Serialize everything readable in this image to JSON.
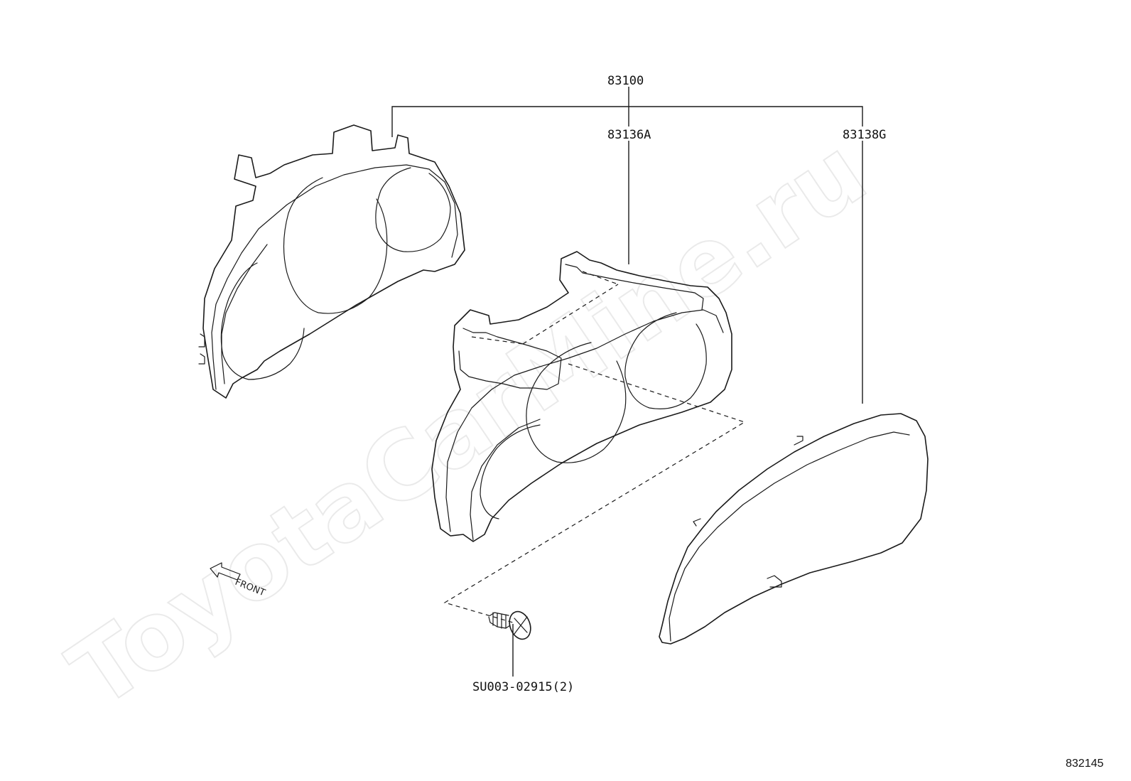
{
  "diagram": {
    "watermark": "ToyotaCarMine.ru",
    "figure_number": "832145",
    "front_label": "FRONT",
    "parts": {
      "assembly": "83100",
      "glass_frame": "83136A",
      "cover_glass": "83138G",
      "screw": "SU003-02915(2)"
    }
  }
}
